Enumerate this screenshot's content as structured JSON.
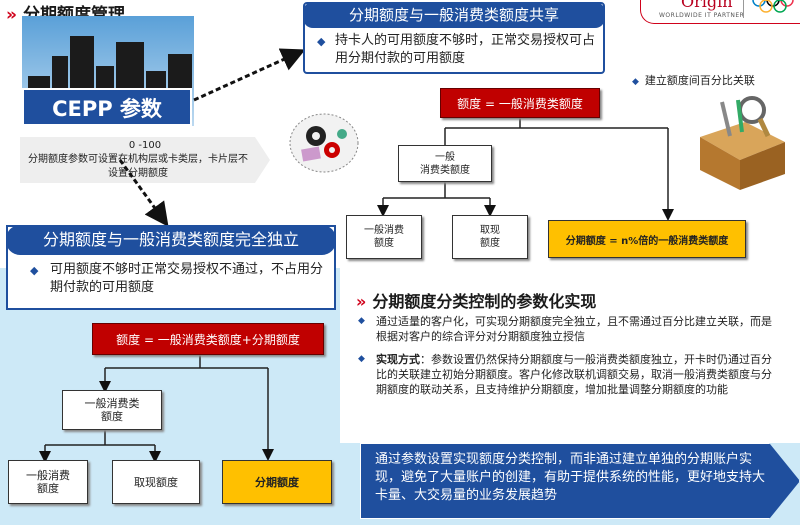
{
  "title": "分期额度管理",
  "logo": {
    "name": "Origin",
    "tagline": "WORLDWIDE IT PARTNER"
  },
  "cepp": {
    "label": "CEPP 参数",
    "note_range": "0 -100",
    "note_text": "分期额度参数可设置在机构层或卡类层，卡片层不设置分期额度"
  },
  "share": {
    "title": "分期额度与一般消费类额度共享",
    "bullet": "持卡人的可用额度不够时，正常交易授权可占用分期付款的可用额度"
  },
  "independent": {
    "title": "分期额度与一般消费类额度完全独立",
    "bullet": "可用额度不够时正常交易授权不通过，不占用分期付款的可用额度"
  },
  "percent_link": "建立额度间百分比关联",
  "tree_top": {
    "root": "额度 = 一般消费类额度",
    "mid": "一般\n消费类额度",
    "leaf1": "一般消费\n额度",
    "leaf2": "取现\n额度",
    "leaf3": "分期额度 = n%倍的一般消费类额度"
  },
  "tree_bottom": {
    "root": "额度 = 一般消费类额度+分期额度",
    "mid": "一般消费类\n额度",
    "leaf1": "一般消费\n额度",
    "leaf2": "取现额度",
    "leaf3": "分期额度"
  },
  "param": {
    "title": "分期额度分类控制的参数化实现",
    "item1": "通过适量的客户化，可实现分期额度完全独立，且不需通过百分比建立关联，而是根据对客户的综合评分对分期额度独立授信",
    "item2_label": "实现方式",
    "item2": "：参数设置仍然保持分期额度与一般消费类额度独立，开卡时仍通过百分比的关联建立初始分期额度。客户化修改联机调额交易，取消一般消费类额度与分期额度的联动关系，且支持维护分期额度，增加批量调整分期额度的功能"
  },
  "conclusion": "通过参数设置实现额度分类控制，而非通过建立单独的分期账户实现，避免了大量账户的创建，有助于提供系统的性能，更好地支持大卡量、大交易量的业务发展趋势",
  "colors": {
    "accent": "#1f4f9e",
    "red": "#c00000",
    "yellow": "#ffc000",
    "light_blue": "#cde9f7"
  }
}
